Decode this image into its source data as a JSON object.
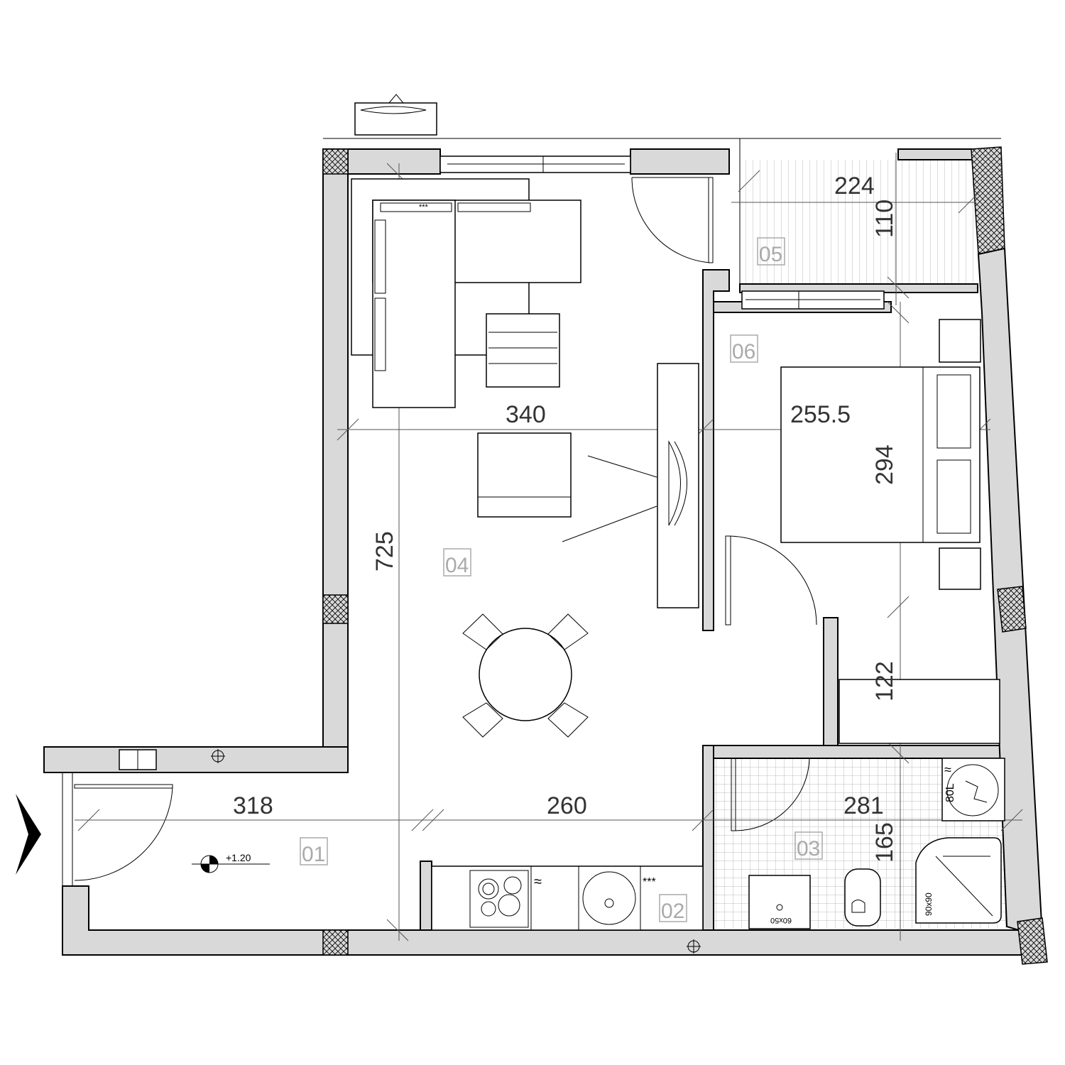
{
  "plan": {
    "rooms": [
      {
        "id": "01",
        "label": "01"
      },
      {
        "id": "02",
        "label": "02"
      },
      {
        "id": "03",
        "label": "03"
      },
      {
        "id": "04",
        "label": "04"
      },
      {
        "id": "05",
        "label": "05"
      },
      {
        "id": "06",
        "label": "06"
      }
    ],
    "dimensions": {
      "balcony_width": "224",
      "balcony_depth": "110",
      "living_width": "340",
      "living_length": "725",
      "bedroom_width": "255.5",
      "bedroom_length": "294",
      "closet_depth": "122",
      "hall_width": "318",
      "kitchen_width": "260",
      "bath_width": "281",
      "bath_depth": "165"
    },
    "level_mark": "+1.20",
    "labels": {
      "desk_mark": "***",
      "kitchen_mark": "***",
      "boiler": "80L",
      "shower": "90x90",
      "washbasin": "60x50",
      "heater_symbol": "≈"
    }
  }
}
